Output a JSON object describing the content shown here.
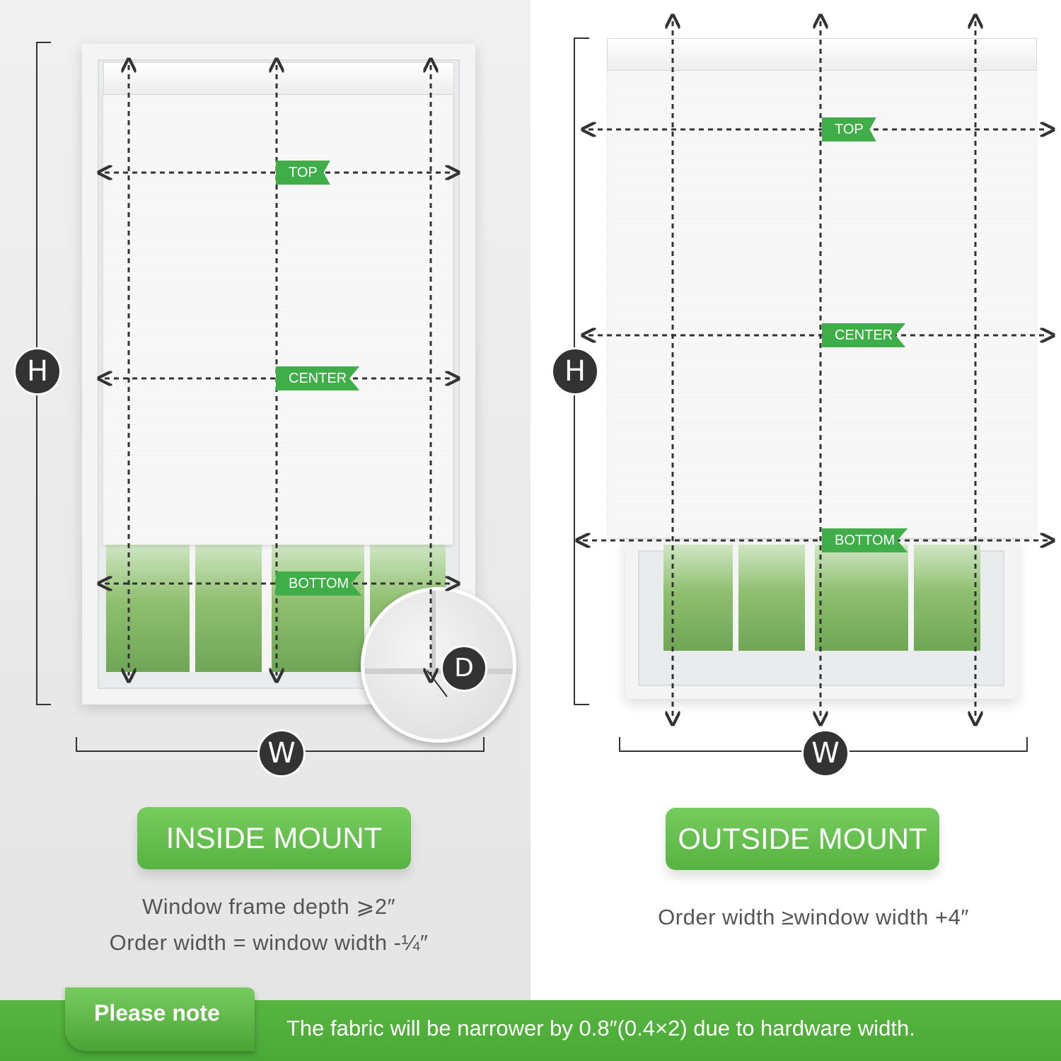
{
  "inside": {
    "labels": {
      "top": "TOP",
      "center": "CENTER",
      "bottom": "BOTTOM"
    },
    "h": "H",
    "w": "W",
    "d": "D",
    "title": "INSIDE MOUNT",
    "caption1": "Window frame depth ⩾2″",
    "caption2": "Order width = window width -¼″"
  },
  "outside": {
    "labels": {
      "top": "TOP",
      "center": "CENTER",
      "bottom": "BOTTOM"
    },
    "h": "H",
    "w": "W",
    "title": "OUTSIDE MOUNT",
    "caption1": "Order width ≥window width +4″"
  },
  "note": {
    "title": "Please note",
    "text": "The fabric will be narrower by 0.8″(0.4×2) due to hardware width."
  },
  "colors": {
    "accent": "#4caf3a",
    "badge": "#333333"
  }
}
